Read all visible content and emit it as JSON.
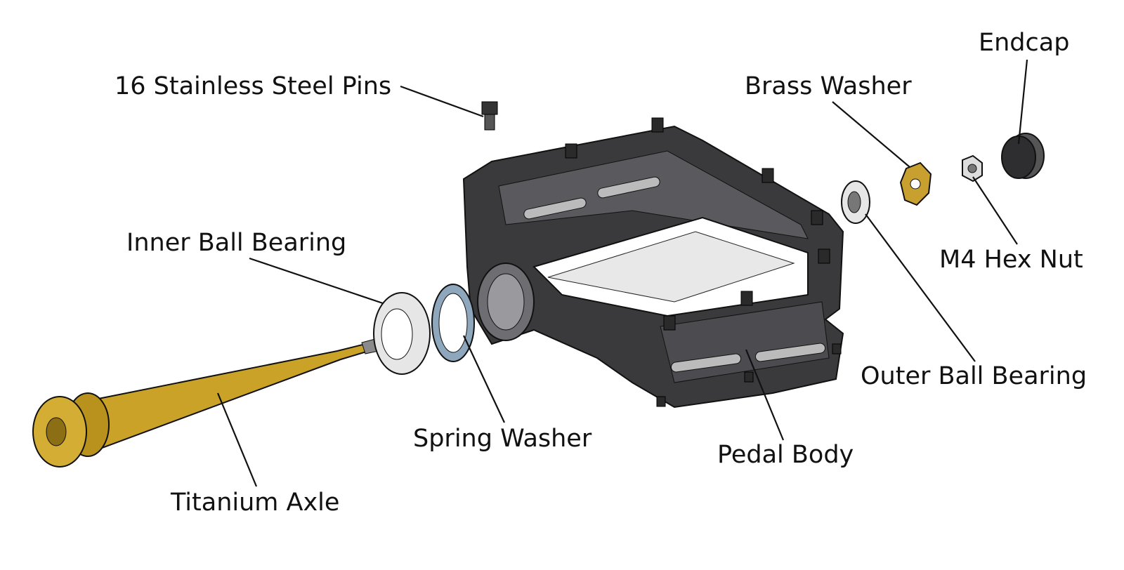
{
  "diagram": {
    "colors": {
      "axle": "#c9a227",
      "body": "#3a3a3c",
      "bearing": "#e6e6e6",
      "spring_washer": "#8fa7bd",
      "brass": "#c8a030",
      "line": "#111111"
    },
    "labels": {
      "pins": "16 Stainless Steel Pins",
      "endcap": "Endcap",
      "brass_washer": "Brass Washer",
      "inner_bearing": "Inner Ball Bearing",
      "hex_nut": "M4 Hex Nut",
      "outer_bearing": "Outer Ball Bearing",
      "spring_washer": "Spring Washer",
      "pedal_body": "Pedal Body",
      "axle": "Titanium Axle"
    }
  }
}
